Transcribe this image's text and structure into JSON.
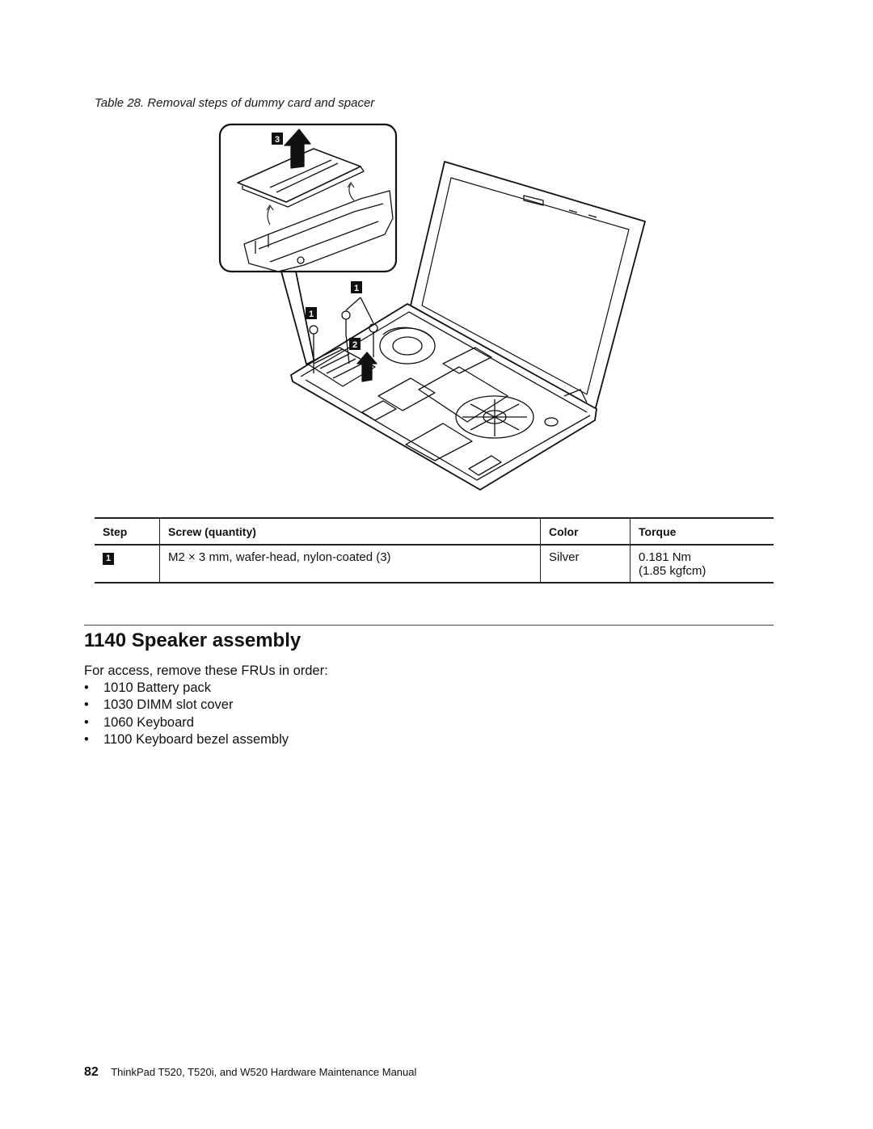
{
  "caption": "Table 28.  Removal steps of dummy card and spacer",
  "figure": {
    "callouts": [
      "1",
      "1",
      "2",
      "3"
    ]
  },
  "table": {
    "headers": [
      "Step",
      "Screw (quantity)",
      "Color",
      "Torque"
    ],
    "row": {
      "step": "1",
      "screw": "M2 × 3 mm, wafer-head, nylon-coated (3)",
      "color": "Silver",
      "torque_nm": "0.181 Nm",
      "torque_kgfcm": "(1.85 kgfcm)"
    }
  },
  "section": {
    "title": "1140 Speaker assembly",
    "intro": "For access, remove these FRUs in order:",
    "items": [
      "1010 Battery pack",
      "1030 DIMM slot cover",
      "1060 Keyboard",
      "1100 Keyboard bezel assembly"
    ]
  },
  "footer": {
    "page_number": "82",
    "title": "ThinkPad T520, T520i, and W520 Hardware Maintenance Manual"
  }
}
